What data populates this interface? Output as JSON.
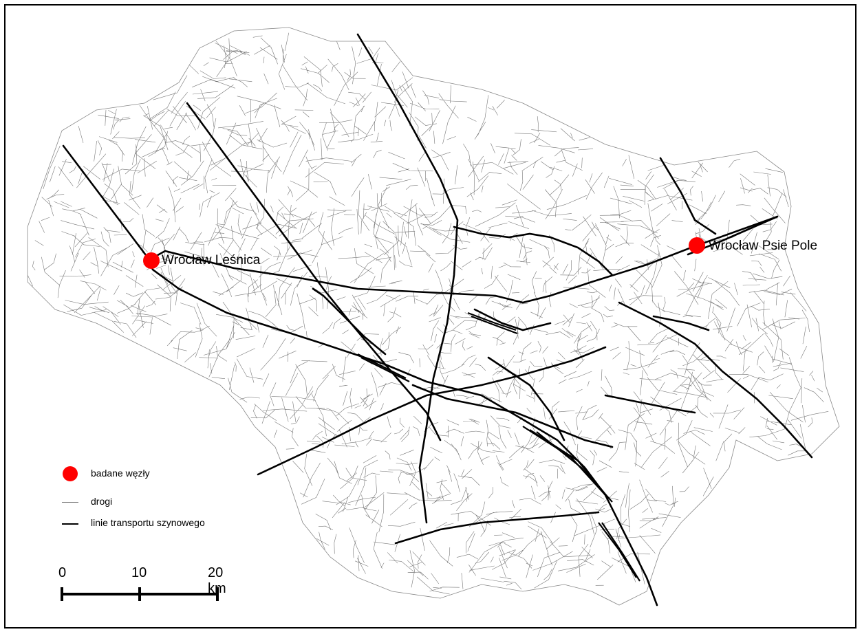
{
  "nodes": [
    {
      "id": "lesnica",
      "label": "Wrocław Leśnica"
    },
    {
      "id": "psie-pole",
      "label": "Wrocław Psie Pole"
    }
  ],
  "legend": {
    "nodes_label": "badane węzły",
    "roads_label": "drogi",
    "rail_label": "linie transportu szynowego"
  },
  "scale": {
    "ticks": [
      "0",
      "10",
      "20 km"
    ]
  },
  "colors": {
    "node": "#ff0000",
    "rail": "#000000",
    "road": "#555555",
    "frame": "#000000"
  }
}
